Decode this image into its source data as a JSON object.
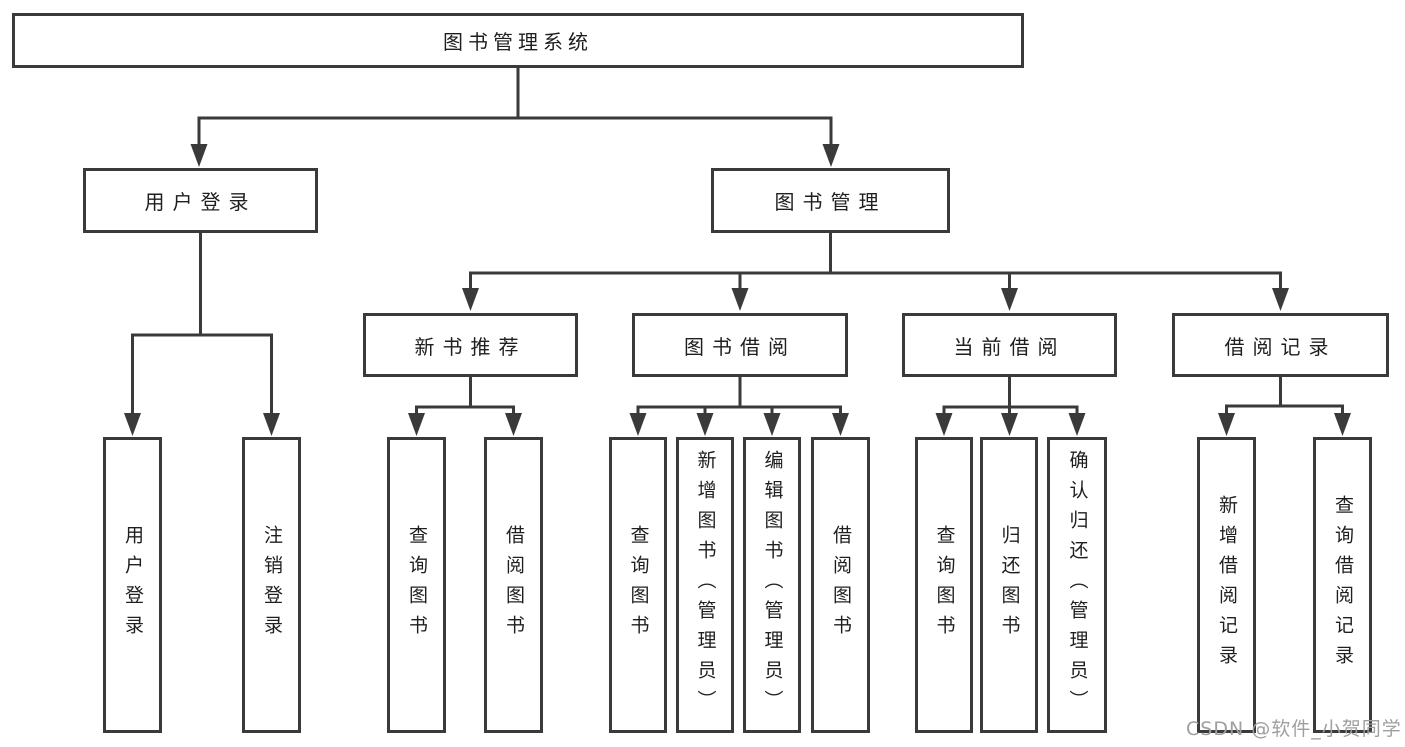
{
  "colors": {
    "background": "#ffffff",
    "line": "#3a3a3a",
    "box_border": "#3a3a3a",
    "text": "#1f1f1f",
    "watermark": "#9f9f9f"
  },
  "watermark": "CSDN @软件_小贺同学",
  "tree": {
    "label": "图书管理系统",
    "children": [
      {
        "label": "用户登录",
        "children": [
          {
            "label": "用户登录"
          },
          {
            "label": "注销登录"
          }
        ]
      },
      {
        "label": "图书管理",
        "children": [
          {
            "label": "新书推荐",
            "children": [
              {
                "label": "查询图书"
              },
              {
                "label": "借阅图书"
              }
            ]
          },
          {
            "label": "图书借阅",
            "children": [
              {
                "label": "查询图书"
              },
              {
                "label": "新增图书（管理员）"
              },
              {
                "label": "编辑图书（管理员）"
              },
              {
                "label": "借阅图书"
              }
            ]
          },
          {
            "label": "当前借阅",
            "children": [
              {
                "label": "查询图书"
              },
              {
                "label": "归还图书"
              },
              {
                "label": "确认归还（管理员）"
              }
            ]
          },
          {
            "label": "借阅记录",
            "children": [
              {
                "label": "新增借阅记录"
              },
              {
                "label": "查询借阅记录"
              }
            ]
          }
        ]
      }
    ]
  }
}
